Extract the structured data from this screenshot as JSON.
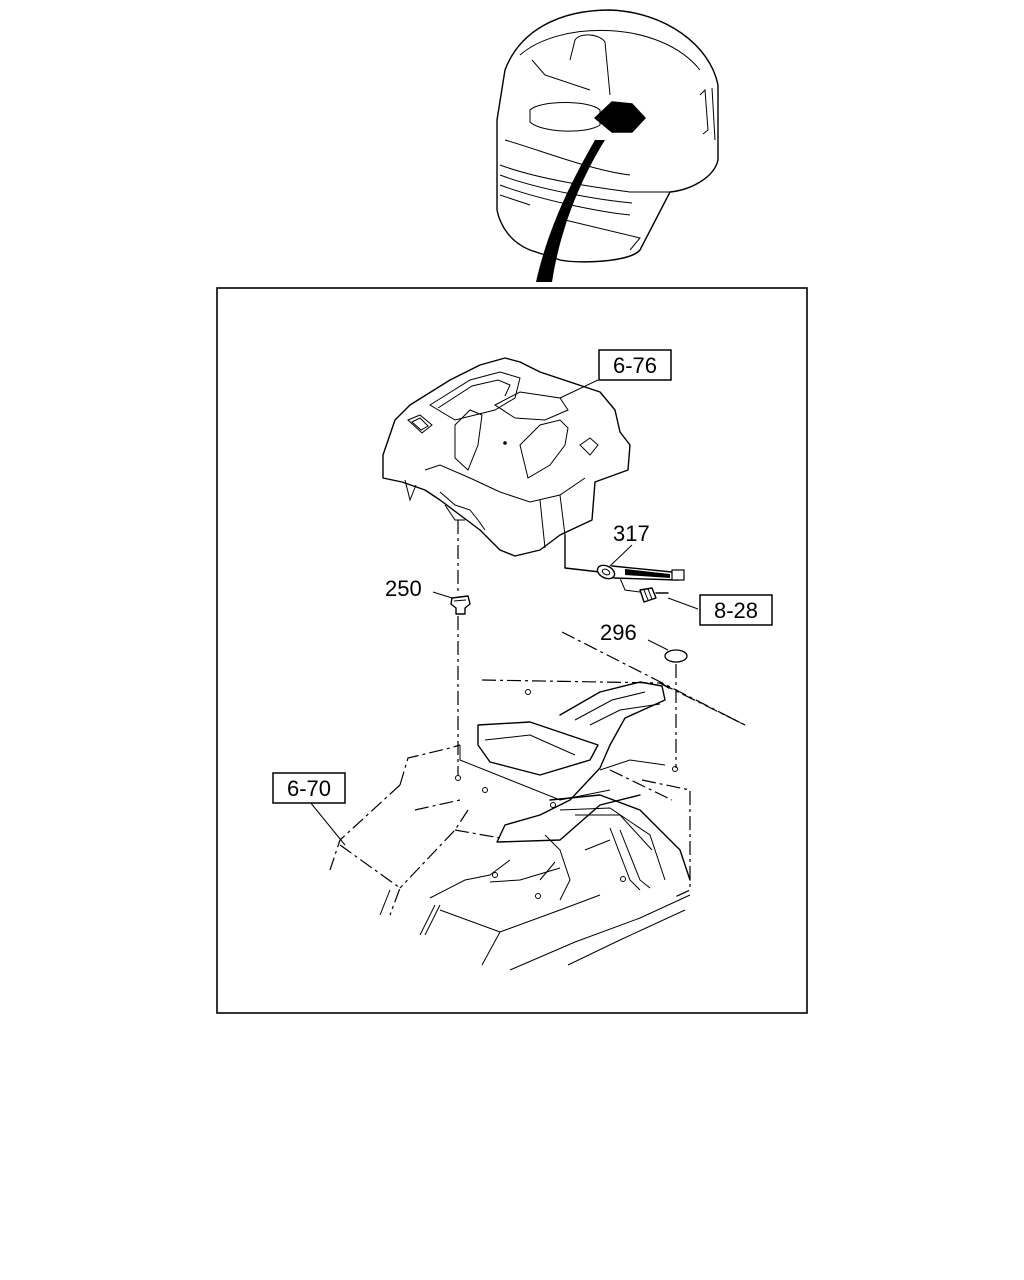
{
  "callouts": {
    "ref_top": "6-76",
    "part_317": "317",
    "part_250": "250",
    "ref_right": "8-28",
    "part_296": "296",
    "ref_left": "6-70"
  }
}
